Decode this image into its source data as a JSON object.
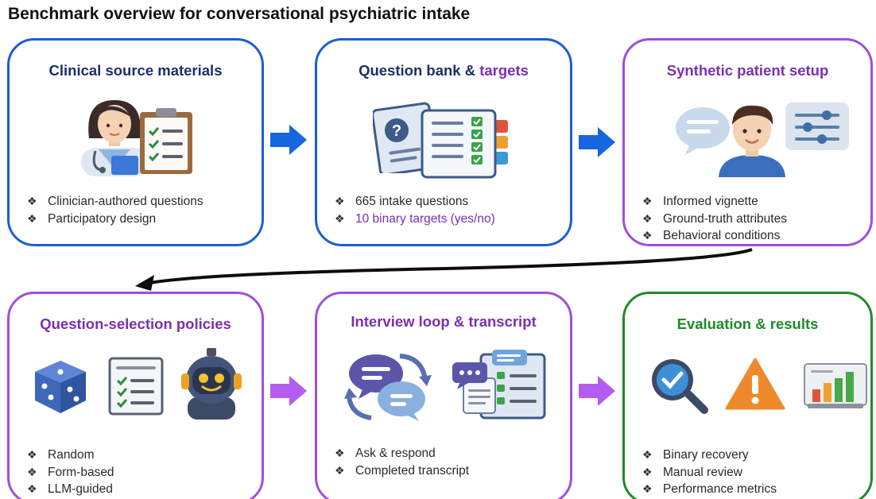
{
  "title": "Benchmark overview for conversational psychiatric intake",
  "bullet_mark": "❖",
  "colors": {
    "blue_border": "#1a5fcf",
    "purple_border": "#a04fd8",
    "green_border": "#1f8a2a",
    "title_navy": "#1c2f66",
    "title_purple": "#7a2fb0",
    "blue_arrow": "#1766e0",
    "purple_arrow": "#b45cf0"
  },
  "boxes": {
    "sources": {
      "title": "Clinical source materials",
      "icons": [
        "clinician-icon",
        "clipboard-checklist-icon"
      ],
      "bullets": [
        "Clinician-authored questions",
        "Participatory design"
      ]
    },
    "question_bank": {
      "title_main": "Question bank & ",
      "title_accent": "targets",
      "icons": [
        "question-document-icon",
        "checklist-document-icon"
      ],
      "bullets": [
        "665 intake questions",
        "10 binary targets (yes/no)"
      ]
    },
    "patient": {
      "title": "Synthetic patient setup",
      "icons": [
        "speech-bubble-icon",
        "patient-avatar-icon",
        "sliders-icon"
      ],
      "bullets": [
        "Informed vignette",
        "Ground-truth attributes",
        "Behavioral conditions"
      ]
    },
    "policies": {
      "title": "Question-selection policies",
      "icons": [
        "dice-icon",
        "form-checklist-icon",
        "robot-icon"
      ],
      "bullets": [
        "Random",
        "Form-based",
        "LLM-guided"
      ]
    },
    "interview": {
      "title": "Interview loop & transcript",
      "icons": [
        "chat-loop-icon",
        "transcript-icon"
      ],
      "bullets": [
        "Ask & respond",
        "Completed transcript"
      ]
    },
    "evaluation": {
      "title": "Evaluation & results",
      "icons": [
        "magnifier-check-icon",
        "warning-icon",
        "bar-chart-icon"
      ],
      "bullets": [
        "Binary recovery",
        "Manual review",
        "Performance metrics"
      ]
    }
  }
}
